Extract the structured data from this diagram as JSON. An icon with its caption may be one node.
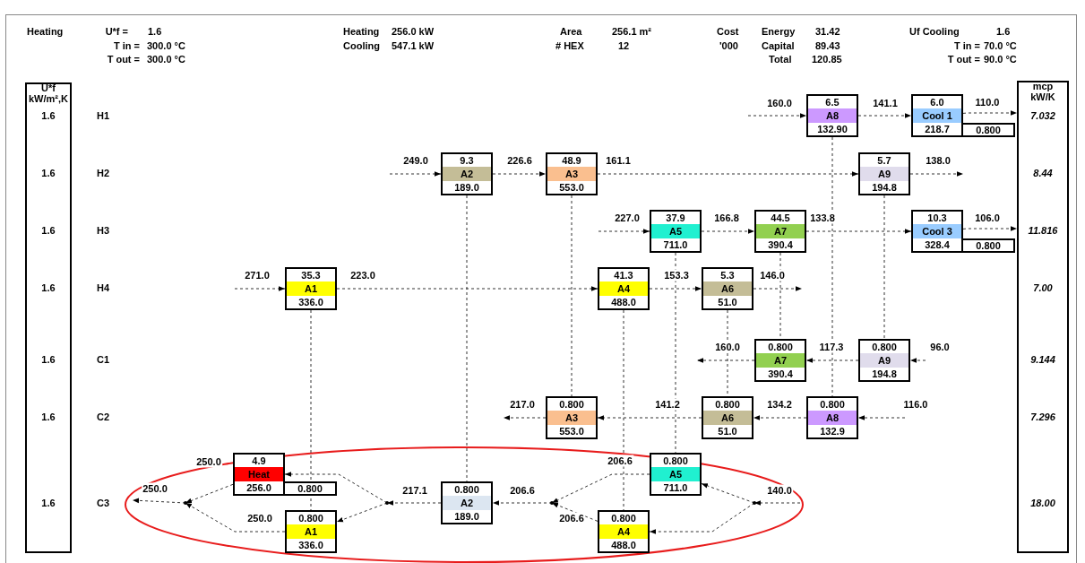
{
  "diagram": {
    "nodes": [
      {
        "text": [
          "U*f kW/m²,K",
          "1.6",
          "1.6",
          "1.6",
          "1.6",
          "1.6",
          "1.6",
          "1.6"
        ]
      },
      {
        "text": [
          "mcp kW/K",
          "7.032",
          "8.44",
          "11.816",
          "7.00",
          "9.144",
          "7.296",
          "18.00"
        ]
      },
      {
        "text": [
          "6.5",
          "A8",
          "132.90"
        ]
      },
      {
        "text": [
          "6.0",
          "Cool 1",
          "218.7"
        ]
      },
      {
        "text": [
          "9.3",
          "A2",
          "189.0"
        ]
      },
      {
        "text": [
          "48.9",
          "A3",
          "553.0"
        ]
      },
      {
        "text": [
          "5.7",
          "A9",
          "194.8"
        ]
      },
      {
        "text": [
          "37.9",
          "A5",
          "711.0"
        ]
      },
      {
        "text": [
          "44.5",
          "A7",
          "390.4"
        ]
      },
      {
        "text": [
          "10.3",
          "Cool 3",
          "328.4"
        ]
      },
      {
        "text": [
          "35.3",
          "A1",
          "336.0"
        ]
      },
      {
        "text": [
          "41.3",
          "A4",
          "488.0"
        ]
      },
      {
        "text": [
          "5.3",
          "A6",
          "51.0"
        ]
      },
      {
        "text": [
          "0.800",
          "A7",
          "390.4"
        ]
      },
      {
        "text": [
          "0.800",
          "A9",
          "194.8"
        ]
      },
      {
        "text": [
          "0.800",
          "A3",
          "553.0"
        ]
      },
      {
        "text": [
          "0.800",
          "A6",
          "51.0"
        ]
      },
      {
        "text": [
          "0.800",
          "A8",
          "132.9"
        ]
      },
      {
        "text": [
          "4.9",
          "Heat",
          "256.0"
        ]
      },
      {
        "text": [
          "0.800",
          "A2",
          "189.0"
        ]
      },
      {
        "text": [
          "0.800",
          "A5",
          "711.0"
        ]
      },
      {
        "text": [
          "0.800",
          "A1",
          "336.0"
        ]
      },
      {
        "text": [
          "0.800",
          "A4",
          "488.0"
        ]
      },
      {
        "text": [],
        "shape": "point"
      },
      {
        "text": [],
        "shape": "point"
      },
      {
        "text": [],
        "shape": "point"
      },
      {
        "text": [],
        "shape": "point"
      },
      {
        "text": [
          "0.800"
        ]
      },
      {
        "text": [
          "0.800"
        ]
      },
      {
        "text": [
          "0.800"
        ]
      }
    ],
    "edges": [
      {
        "from": null,
        "to": 2,
        "arrow": "to",
        "label": "160.0"
      },
      {
        "from": 2,
        "to": 3,
        "arrow": "to",
        "label": "141.1"
      },
      {
        "from": 3,
        "to": 1,
        "arrow": "to",
        "label": "110.0"
      },
      {
        "from": null,
        "to": 4,
        "arrow": "to",
        "label": "249.0"
      },
      {
        "from": 4,
        "to": 5,
        "arrow": "to",
        "label": "226.6"
      },
      {
        "from": 5,
        "to": 6,
        "arrow": "to",
        "label": "161.1"
      },
      {
        "from": 6,
        "to": null,
        "arrow": "to",
        "label": "138.0"
      },
      {
        "from": null,
        "to": 7,
        "arrow": "to",
        "label": "227.0"
      },
      {
        "from": 7,
        "to": 8,
        "arrow": "to",
        "label": "166.8"
      },
      {
        "from": 8,
        "to": 9,
        "arrow": "to",
        "label": "133.8"
      },
      {
        "from": 9,
        "to": 1,
        "arrow": "to",
        "label": "106.0"
      },
      {
        "from": null,
        "to": 10,
        "arrow": "to",
        "label": "271.0"
      },
      {
        "from": 10,
        "to": 11,
        "arrow": "to",
        "label": "223.0"
      },
      {
        "from": 11,
        "to": 12,
        "arrow": "to",
        "label": "153.3"
      },
      {
        "from": 12,
        "to": null,
        "arrow": "to",
        "label": "146.0"
      },
      {
        "from": null,
        "to": 14,
        "arrow": "to",
        "label": "96.0"
      },
      {
        "from": 14,
        "to": 13,
        "arrow": "to",
        "label": "117.3"
      },
      {
        "from": 13,
        "to": null,
        "arrow": "to",
        "label": "160.0"
      },
      {
        "from": null,
        "to": 17,
        "arrow": "to",
        "label": "116.0"
      },
      {
        "from": 17,
        "to": 16,
        "arrow": "to",
        "label": "134.2"
      },
      {
        "from": 16,
        "to": 15,
        "arrow": "to",
        "label": "141.2"
      },
      {
        "from": 15,
        "to": null,
        "arrow": "to",
        "label": "217.0"
      },
      {
        "from": null,
        "to": 26,
        "arrow": "to",
        "label": "140.0"
      },
      {
        "from": 26,
        "to": 20,
        "arrow": "to"
      },
      {
        "from": 26,
        "to": 22,
        "arrow": "to"
      },
      {
        "from": 20,
        "to": 25,
        "arrow": "to",
        "label": "206.6"
      },
      {
        "from": 22,
        "to": 25,
        "arrow": "to",
        "label": "206.6"
      },
      {
        "from": 25,
        "to": 19,
        "arrow": "to",
        "label": "206.6"
      },
      {
        "from": 19,
        "to": 24,
        "arrow": "to",
        "label": "217.1"
      },
      {
        "from": 24,
        "to": 18,
        "arrow": "to"
      },
      {
        "from": 24,
        "to": 21,
        "arrow": "to"
      },
      {
        "from": 18,
        "to": 23,
        "arrow": "to",
        "label": "250.0"
      },
      {
        "from": 21,
        "to": 23,
        "arrow": "to",
        "label": "250.0"
      },
      {
        "from": 23,
        "to": null,
        "arrow": "to",
        "label": "250.0"
      },
      {
        "from": 10,
        "to": 21,
        "arrow": "none"
      },
      {
        "from": 4,
        "to": 19,
        "arrow": "none"
      },
      {
        "from": 5,
        "to": 15,
        "arrow": "none"
      },
      {
        "from": 11,
        "to": 22,
        "arrow": "none"
      },
      {
        "from": 7,
        "to": 20,
        "arrow": "none"
      },
      {
        "from": 12,
        "to": 16,
        "arrow": "none"
      },
      {
        "from": 8,
        "to": 13,
        "arrow": "none"
      },
      {
        "from": 2,
        "to": 17,
        "arrow": "none"
      },
      {
        "from": 6,
        "to": 14,
        "arrow": "none"
      }
    ],
    "labels": [
      "Heating",
      "U*f =",
      "1.6",
      "Heating",
      "256.0 kW",
      "Area",
      "256.1 m²",
      "Cost",
      "Energy",
      "31.42",
      "Uf Cooling",
      "1.6",
      "T in =",
      "300.0 °C",
      "Cooling",
      "547.1 kW",
      "# HEX",
      "12",
      "'000",
      "Capital",
      "89.43",
      "T in =",
      "70.0 °C",
      "T out =",
      "300.0 °C",
      "Total",
      "120.85",
      "T out =",
      "90.0 °C",
      "H1",
      "H2",
      "H3",
      "H4",
      "C1",
      "C2",
      "C3"
    ]
  }
}
